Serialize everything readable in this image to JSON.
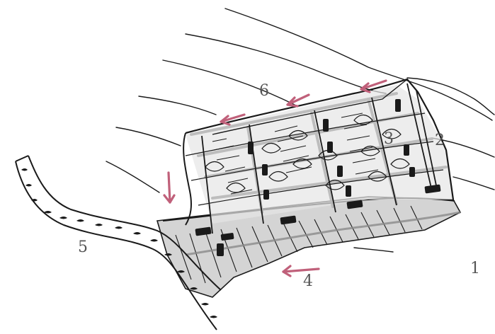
{
  "diagram": {
    "labels": {
      "l1": "1",
      "l2": "2",
      "l3": "3",
      "l4": "4",
      "l5": "5",
      "l6": "6"
    },
    "colors": {
      "ink": "#1a1a1a",
      "grey_ink": "#8a8a8a",
      "light_grey": "#b8b8b8",
      "fill_grey": "#d4d4d4",
      "arrow": "#c0607a",
      "label": "#555555"
    }
  }
}
